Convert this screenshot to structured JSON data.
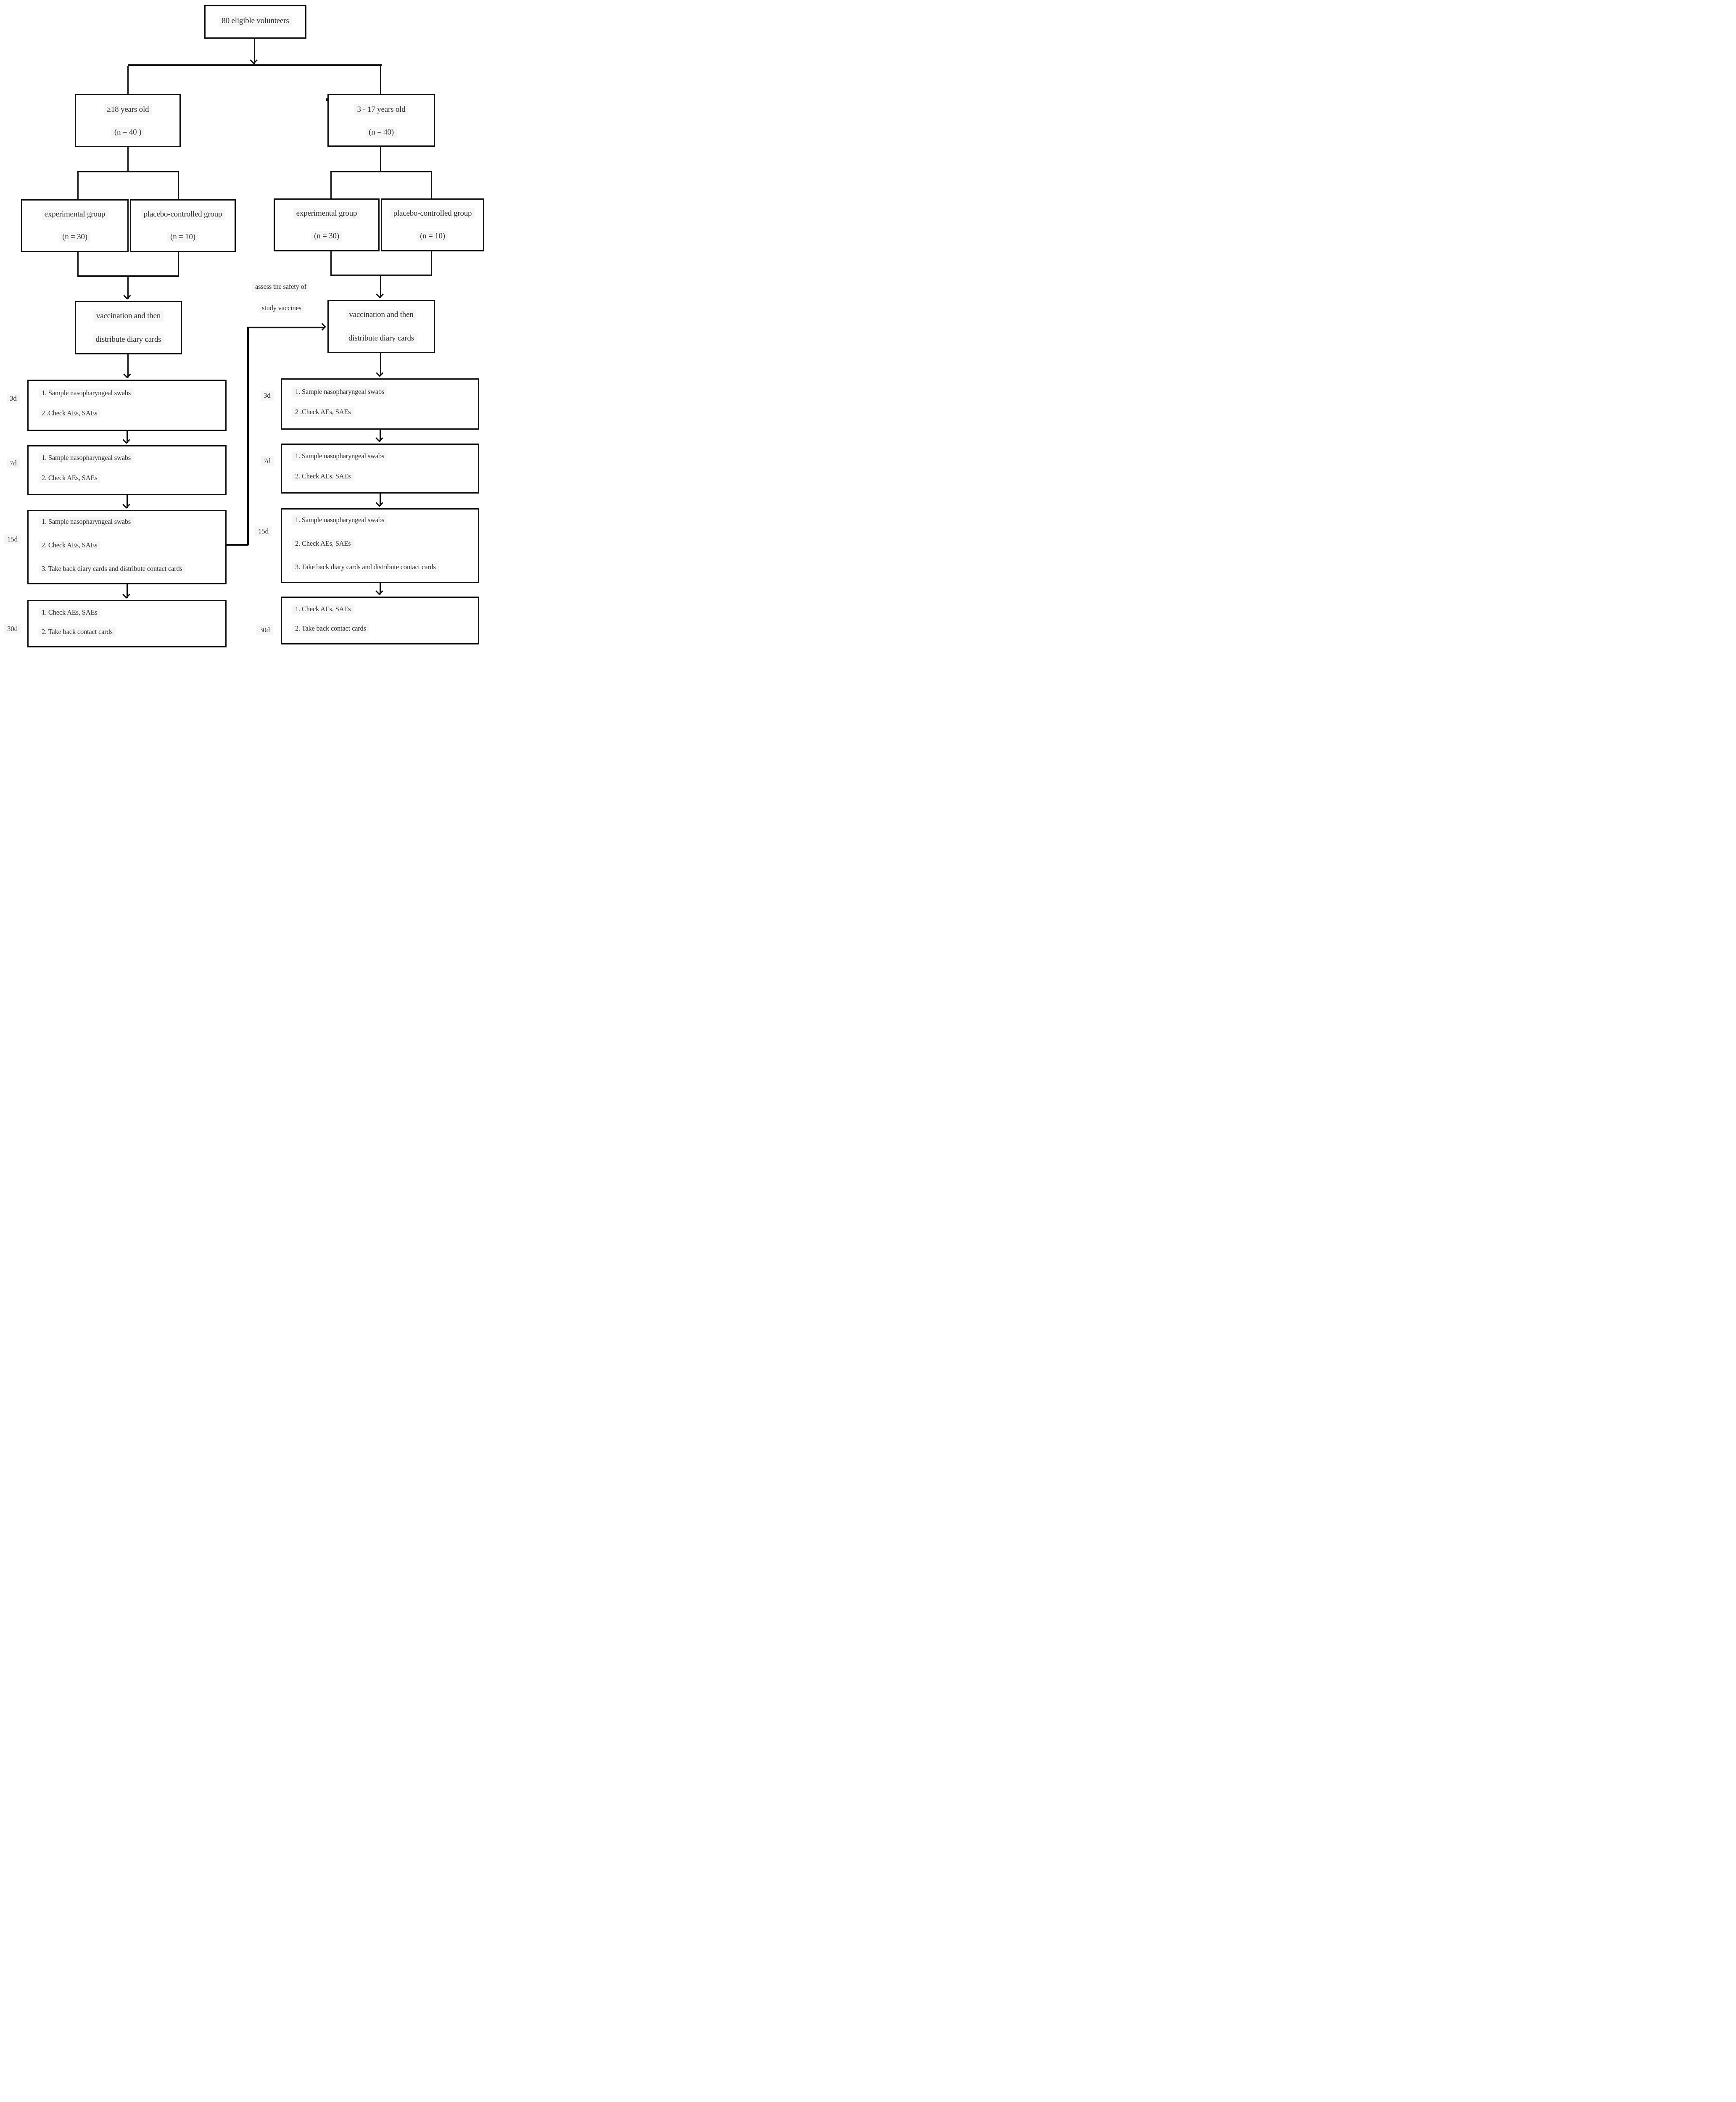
{
  "colors": {
    "line": "#101010",
    "text": "#2f2f2f",
    "text_highlight": "#f5f5f5",
    "background": "#ffffff"
  },
  "flow": {
    "top": {
      "title": "80 eligible volunteers"
    },
    "note": {
      "l1": "assess the safety of",
      "l2": "study vaccines"
    },
    "left": {
      "age": {
        "l1": "≥18 years old",
        "l2": "(n = 40 )"
      },
      "exp": {
        "l1": "experimental group",
        "l2": "(n = 30)"
      },
      "pla": {
        "l1": "placebo-controlled group",
        "l2": "(n = 10)"
      },
      "vac": {
        "l1": "vaccination and then",
        "l2": "distribute diary cards"
      },
      "d3": {
        "label": "3d",
        "items": [
          "1. Sample nasopharyngeal swabs",
          "2 .Check AEs, SAEs"
        ]
      },
      "d7": {
        "label": "7d",
        "items": [
          "1. Sample nasopharyngeal swabs",
          "2. Check AEs, SAEs"
        ]
      },
      "d15": {
        "label": "15d",
        "items": [
          "1. Sample nasopharyngeal swabs",
          "2. Check AEs, SAEs",
          "3. Take back diary cards and distribute contact cards"
        ]
      },
      "d30": {
        "label": "30d",
        "items": [
          "1. Check AEs, SAEs",
          "2. Take back contact cards"
        ]
      }
    },
    "right": {
      "age": {
        "l1": "3 - 17 years old",
        "l2": "(n = 40)"
      },
      "exp": {
        "l1": "experimental group",
        "l2": "(n = 30)"
      },
      "pla": {
        "l1": "placebo-controlled group",
        "l2": "(n = 10)"
      },
      "vac": {
        "l1": "vaccination and then",
        "l2": "distribute diary cards"
      },
      "d3": {
        "label": "3d",
        "items": [
          "1. Sample nasopharyngeal swabs",
          "2 .Check AEs, SAEs"
        ]
      },
      "d7": {
        "label": "7d",
        "items": [
          "1. Sample nasopharyngeal swabs",
          "2. Check AEs, SAEs"
        ]
      },
      "d15": {
        "label": "15d",
        "items": [
          "1. Sample nasopharyngeal swabs",
          "2. Check AEs, SAEs",
          "3. Take back diary cards and distribute contact cards"
        ]
      },
      "d30": {
        "label": "30d",
        "items": [
          "1. Check AEs, SAEs",
          "2. Take back contact cards"
        ]
      }
    }
  }
}
